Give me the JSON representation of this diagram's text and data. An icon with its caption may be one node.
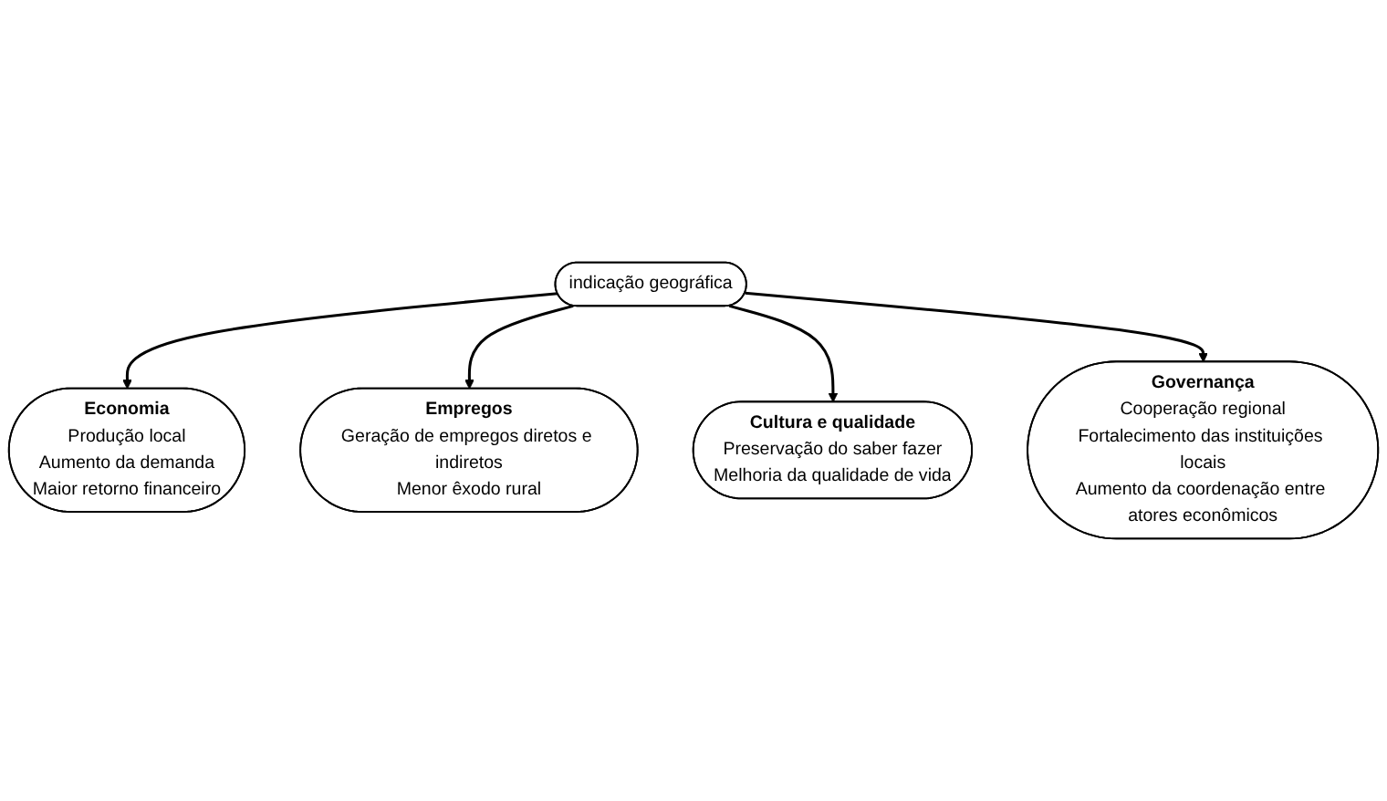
{
  "diagram": {
    "nodes": [
      {
        "text": [
          "Economia",
          "Produção local",
          "Aumento da demanda",
          "Maior retorno financeiro"
        ]
      },
      {
        "text": [
          "Empregos",
          "Geração de empregos diretos e indiretos",
          "Menor êxodo rural"
        ]
      },
      {
        "text": [
          "indicação geográfica"
        ]
      },
      {
        "text": [
          "Cultura e qualidade",
          "Preservação do saber fazer",
          "Melhoria da qualidade de vida"
        ]
      },
      {
        "text": [
          "Governança",
          "Cooperação regional",
          "Fortalecimento das instituições locais",
          "Aumento da coordenação entre atores econômicos"
        ]
      }
    ],
    "edges": [
      {
        "from": 2,
        "to": 0,
        "arrow": "to"
      },
      {
        "from": 2,
        "to": 1,
        "arrow": "to"
      },
      {
        "from": 2,
        "to": 3,
        "arrow": "to"
      },
      {
        "from": 2,
        "to": 4,
        "arrow": "to"
      }
    ]
  }
}
